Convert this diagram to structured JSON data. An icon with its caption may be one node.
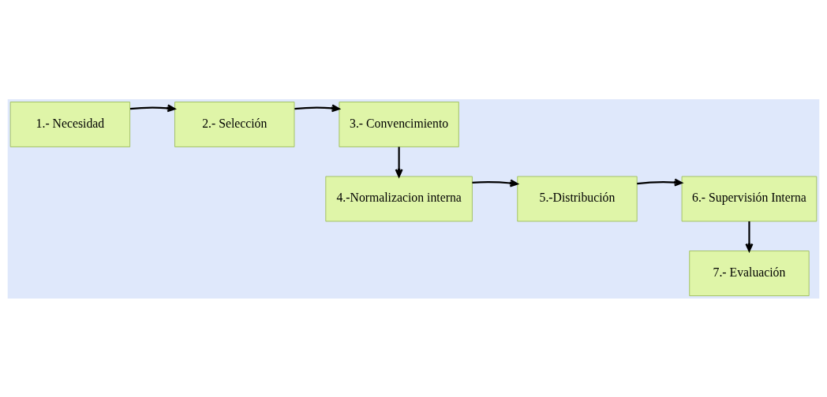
{
  "diagram": {
    "nodes": [
      {
        "text": [
          "1.- Necesidad"
        ]
      },
      {
        "text": [
          "2.- Selección"
        ]
      },
      {
        "text": [
          "3.- Convencimiento"
        ]
      },
      {
        "text": [
          "4.-Normalizacion interna"
        ]
      },
      {
        "text": [
          "5.-Distribución"
        ]
      },
      {
        "text": [
          "6.- Supervisión Interna"
        ]
      },
      {
        "text": [
          "7.- Evaluación"
        ]
      }
    ],
    "edges": [
      {
        "from": 0,
        "to": 1,
        "arrow": "to"
      },
      {
        "from": 1,
        "to": 2,
        "arrow": "to"
      },
      {
        "from": 2,
        "to": 3,
        "arrow": "to"
      },
      {
        "from": 3,
        "to": 4,
        "arrow": "to"
      },
      {
        "from": 4,
        "to": 5,
        "arrow": "to"
      },
      {
        "from": 5,
        "to": 6,
        "arrow": "to"
      }
    ]
  }
}
